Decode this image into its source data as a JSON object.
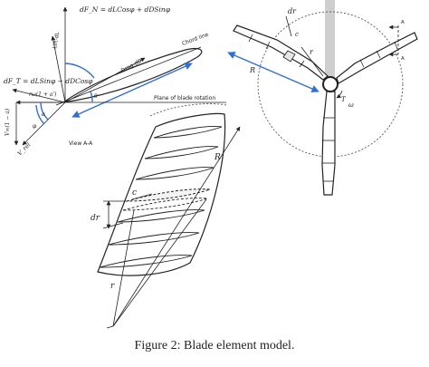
{
  "caption": "Figure 2: Blade element model.",
  "labels": {
    "dF_N": "dF_N = dLCosφ + dDSinφ",
    "dF_T": "dF_T = dLSinφ − dDCosφ",
    "lift": "Lift-dL",
    "drag": "Drag-dD",
    "chord_line": "Chord line",
    "plane_rotation": "Plane of blade rotation",
    "view": "View A-A",
    "omega_r": "rω(1 + a')",
    "v_axial": "V∞(1 − a)",
    "v_rel": "V_rel",
    "alpha": "α",
    "phi": "φ",
    "theta": "θ",
    "c_top": "c",
    "dr_top": "dr",
    "r_top": "r",
    "R_top": "R",
    "T": "T",
    "omega": "ω",
    "A_top": "A",
    "A_bottom": "A",
    "dr_blade": "dr",
    "c_blade": "c",
    "r_blade": "r",
    "R_blade": "R"
  }
}
